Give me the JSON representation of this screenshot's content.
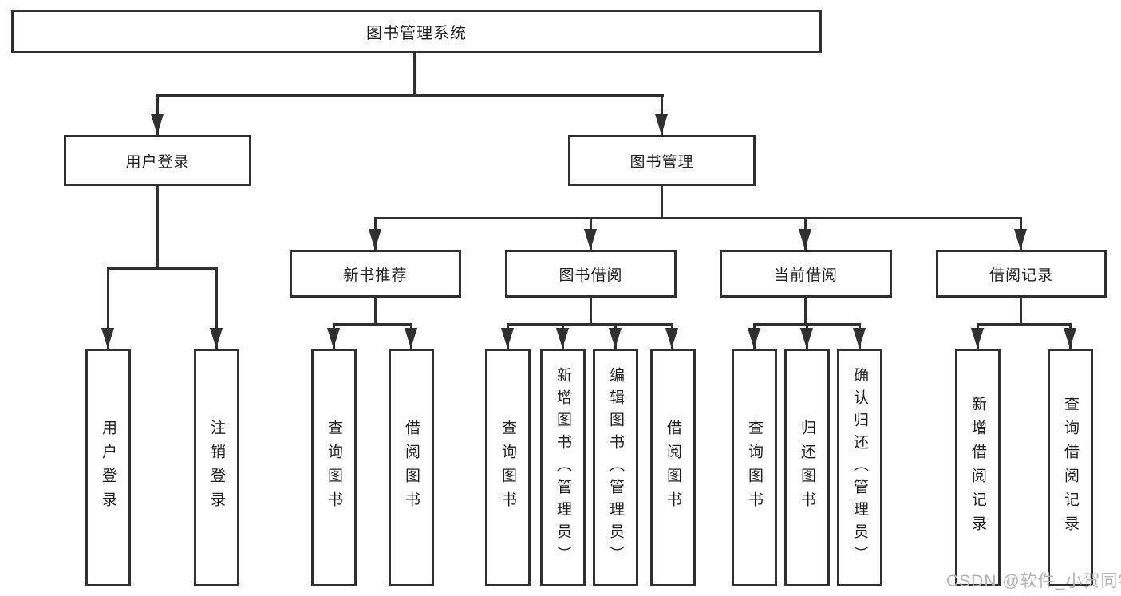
{
  "diagram": {
    "root": {
      "label": "图书管理系统"
    },
    "branches": [
      {
        "label": "用户登录",
        "children": [
          {
            "label": "用户登录"
          },
          {
            "label": "注销登录"
          }
        ]
      },
      {
        "label": "图书管理",
        "children": [
          {
            "label": "新书推荐",
            "children": [
              {
                "label": "查询图书"
              },
              {
                "label": "借阅图书"
              }
            ]
          },
          {
            "label": "图书借阅",
            "children": [
              {
                "label": "查询图书"
              },
              {
                "label": "新增图书（管理员）"
              },
              {
                "label": "编辑图书（管理员）"
              },
              {
                "label": "借阅图书"
              }
            ]
          },
          {
            "label": "当前借阅",
            "children": [
              {
                "label": "查询图书"
              },
              {
                "label": "归还图书"
              },
              {
                "label": "确认归还（管理员）"
              }
            ]
          },
          {
            "label": "借阅记录",
            "children": [
              {
                "label": "新增借阅记录"
              },
              {
                "label": "查询借阅记录"
              }
            ]
          }
        ]
      }
    ]
  },
  "watermark": {
    "text": "CSDN @软件_小贺同学"
  },
  "colors": {
    "line": "#303030",
    "text": "#1f1f1f",
    "watermark": "#b3b3b3"
  }
}
